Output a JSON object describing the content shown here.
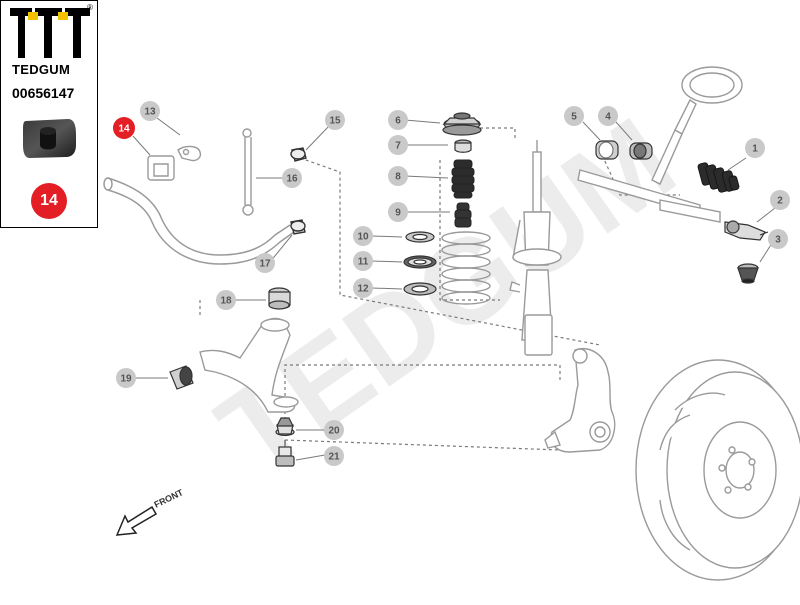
{
  "brand": {
    "name": "TEDGUM",
    "registered_mark": "®",
    "part_number": "00656147",
    "highlighted_ref": "14"
  },
  "watermark": "TEDGUM",
  "front_label": "FRONT",
  "callouts": [
    "1",
    "2",
    "3",
    "4",
    "5",
    "6",
    "7",
    "8",
    "9",
    "10",
    "11",
    "12",
    "13",
    "14",
    "15",
    "16",
    "17",
    "18",
    "19",
    "20",
    "21"
  ],
  "colors": {
    "highlight": "#e31e24",
    "callout_fill": "#c9c9c9",
    "callout_text": "#555555",
    "line_art": "#9a9a9a",
    "part_dark": "#333333",
    "watermark": "#ececec"
  }
}
